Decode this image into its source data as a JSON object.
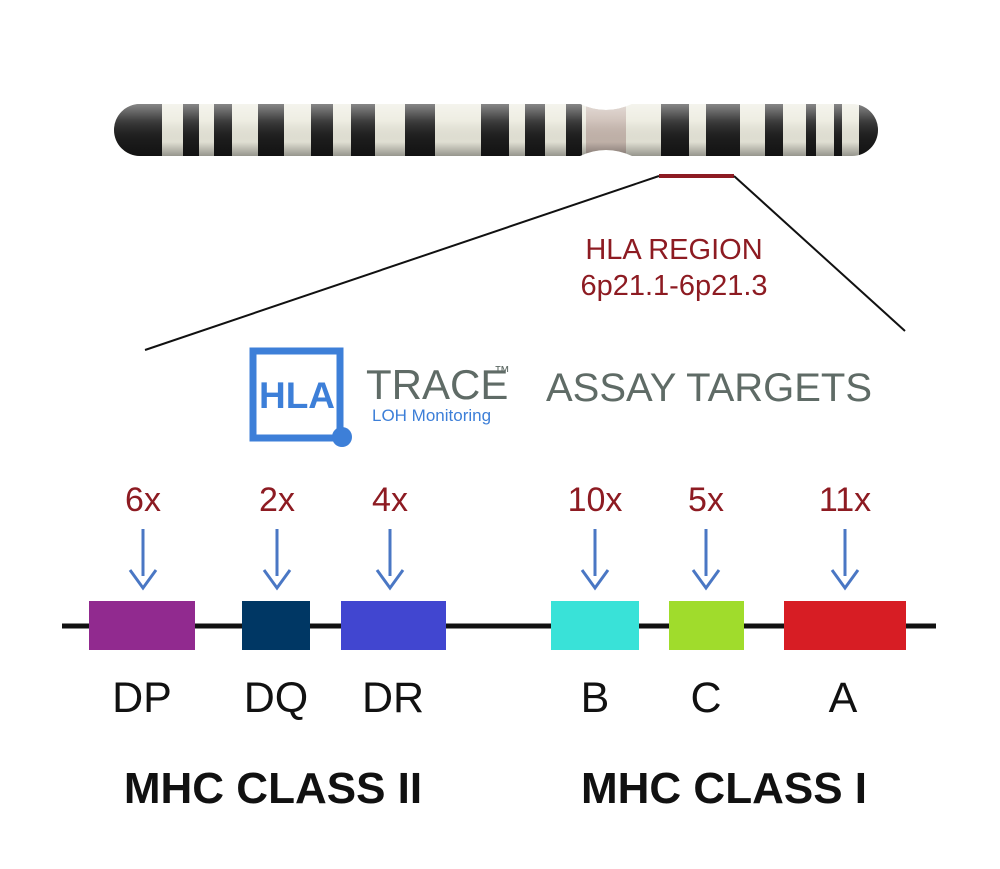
{
  "region": {
    "title": "HLA REGION",
    "band": "6p21.1-6p21.3"
  },
  "logo": {
    "badge": "HLA",
    "name": "TRACE",
    "trademark": "™",
    "tagline": "LOH Monitoring"
  },
  "heading": "ASSAY TARGETS",
  "genes": [
    {
      "label": "DP",
      "count": "6x",
      "color": "#912a8f"
    },
    {
      "label": "DQ",
      "count": "2x",
      "color": "#003764"
    },
    {
      "label": "DR",
      "count": "4x",
      "color": "#4146d0"
    },
    {
      "label": "B",
      "count": "10x",
      "color": "#39e2d8"
    },
    {
      "label": "C",
      "count": "5x",
      "color": "#a0dc2c"
    },
    {
      "label": "A",
      "count": "11x",
      "color": "#d71d24"
    }
  ],
  "classes": {
    "class2": "MHC CLASS II",
    "class1": "MHC CLASS I"
  },
  "colors": {
    "accent_red": "#8d1b22",
    "arrow_blue": "#4a77c4",
    "logo_blue": "#3d7fd8",
    "heading_gray": "#5f6b66"
  }
}
